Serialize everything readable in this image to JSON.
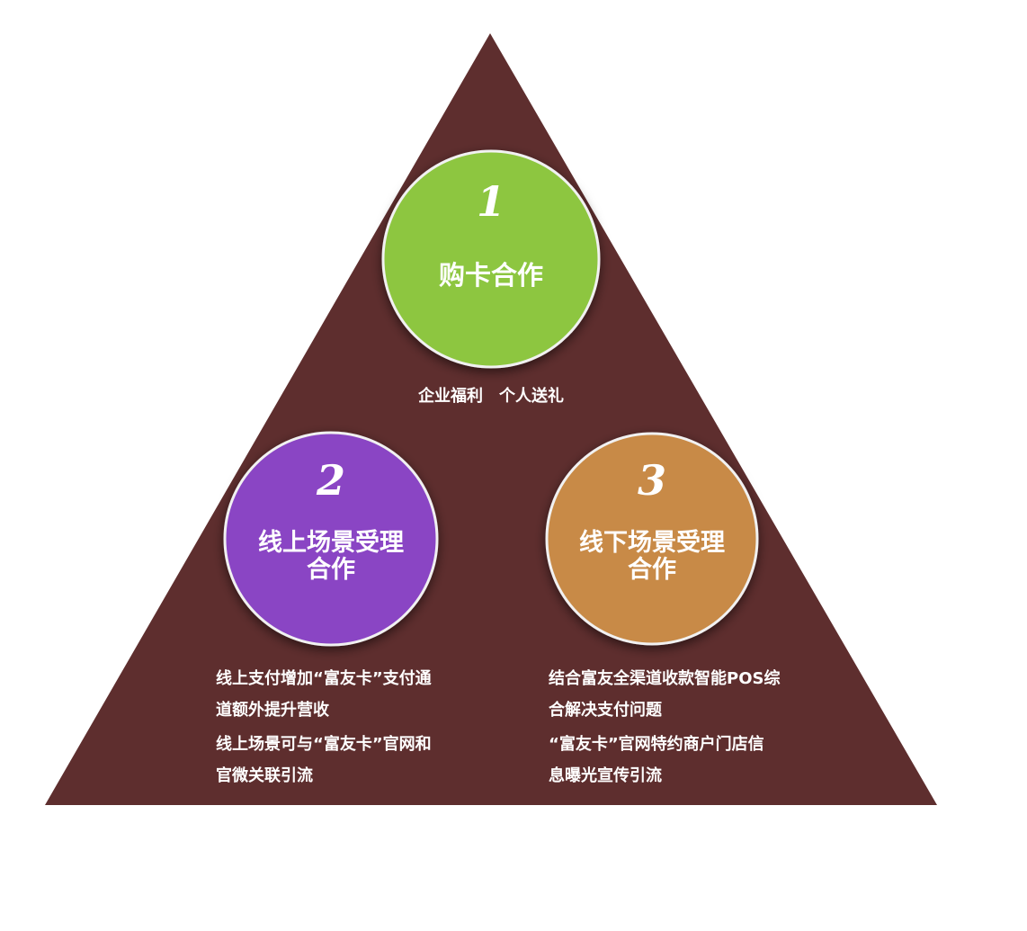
{
  "colors": {
    "triangle": "#5e2e2e",
    "circle_1": "#8dc63f",
    "circle_2": "#8a44c4",
    "circle_3": "#c88a46",
    "text": "#ffffff"
  },
  "nodes": [
    {
      "number": "1",
      "label_lines": [
        "购卡合作"
      ],
      "description": [
        "企业福利　个人送礼"
      ]
    },
    {
      "number": "2",
      "label_lines": [
        "线上场景受理",
        "合作"
      ],
      "description": [
        "线上支付增加“富友卡”支付通",
        "道额外提升营收",
        "线上场景可与“富友卡”官网和",
        "官微关联引流"
      ]
    },
    {
      "number": "3",
      "label_lines": [
        "线下场景受理",
        "合作"
      ],
      "description": [
        "结合富友全渠道收款智能POS综",
        "合解决支付问题",
        "“富友卡”官网特约商户门店信",
        "息曝光宣传引流"
      ]
    }
  ]
}
